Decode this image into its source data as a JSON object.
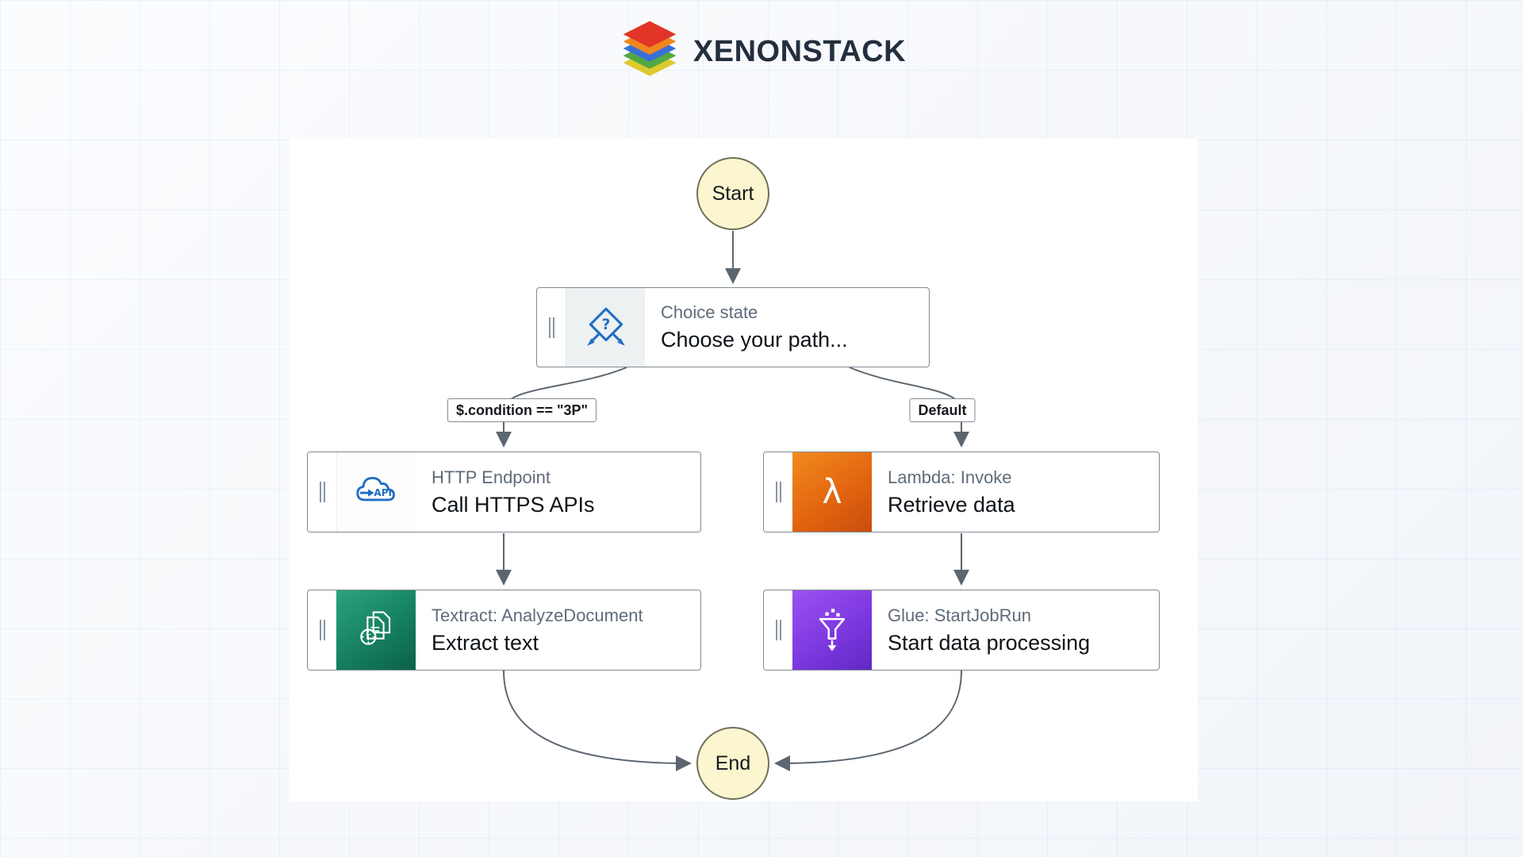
{
  "brand": {
    "name": "XENONSTACK"
  },
  "diagram": {
    "start_label": "Start",
    "end_label": "End",
    "edge_labels": {
      "condition": "$.condition == \"3P\"",
      "default": "Default"
    },
    "nodes": [
      {
        "id": "choice",
        "title": "Choice state",
        "subtitle": "Choose your path...",
        "icon": "choice-diamond-icon"
      },
      {
        "id": "http",
        "title": "HTTP Endpoint",
        "subtitle": "Call HTTPS APIs",
        "icon": "api-cloud-icon"
      },
      {
        "id": "lambda",
        "title": "Lambda: Invoke",
        "subtitle": "Retrieve data",
        "icon": "lambda-icon"
      },
      {
        "id": "textract",
        "title": "Textract: AnalyzeDocument",
        "subtitle": "Extract text",
        "icon": "textract-document-icon"
      },
      {
        "id": "glue",
        "title": "Glue: StartJobRun",
        "subtitle": "Start data processing",
        "icon": "glue-funnel-icon"
      }
    ],
    "colors": {
      "accent_blue": "#1f6fc4",
      "lambda_orange": "#e2660f",
      "textract_green": "#15805f",
      "glue_purple": "#7d38e0",
      "terminal_fill": "#fbf6cf",
      "terminal_border": "#70705a",
      "edge_gray": "#5c6670",
      "node_border": "#7f8b95"
    }
  }
}
